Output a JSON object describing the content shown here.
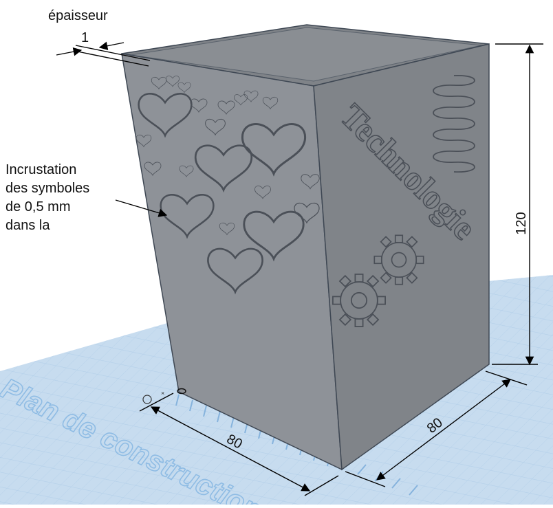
{
  "annotations": {
    "thickness_title": "épaisseur",
    "thickness_value": "1",
    "callout_lines": [
      "Incrustation",
      "des symboles",
      "de 0,5 mm",
      "dans la"
    ],
    "height_value": "120",
    "width_value": "80",
    "depth_value": "80"
  },
  "engraving": {
    "word": "Technologie"
  },
  "build_plate": {
    "label": "Plan de construction"
  },
  "colors": {
    "plate": "#c7dcef",
    "plate_grid": "#a9c8e6",
    "box_left": "#8e9298",
    "box_right": "#808489",
    "box_top": "#9a9ea3",
    "box_interior": "#7f8388",
    "edge": "#3f4854",
    "dimension": "#000000"
  }
}
